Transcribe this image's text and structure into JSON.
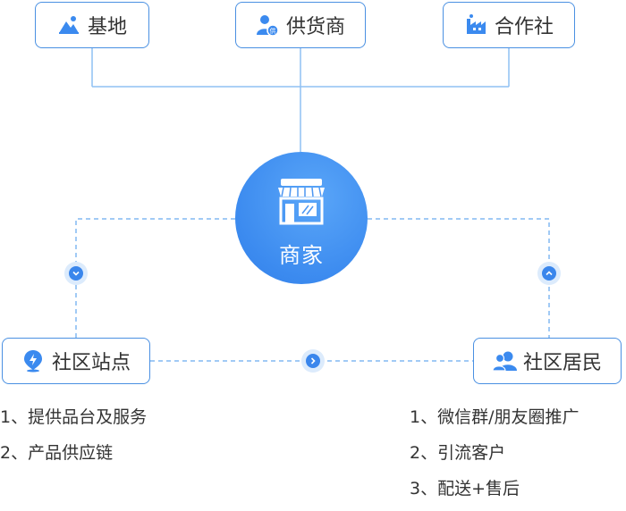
{
  "top_nodes": [
    {
      "label": "基地",
      "icon": "landscape-icon"
    },
    {
      "label": "供货商",
      "icon": "supplier-icon"
    },
    {
      "label": "合作社",
      "icon": "factory-icon"
    }
  ],
  "center": {
    "label": "商家",
    "icon": "storefront-icon"
  },
  "left_node": {
    "label": "社区站点",
    "icon": "location-pin-icon"
  },
  "right_node": {
    "label": "社区居民",
    "icon": "users-icon"
  },
  "left_list": [
    "1、提供品台及服务",
    "2、产品供应链"
  ],
  "right_list": [
    "1、微信群/朋友圈推广",
    "2、引流客户",
    "3、配送+售后"
  ],
  "colors": {
    "accent": "#4a90e2",
    "line": "#82b9f2",
    "center": "#3b8aef"
  }
}
